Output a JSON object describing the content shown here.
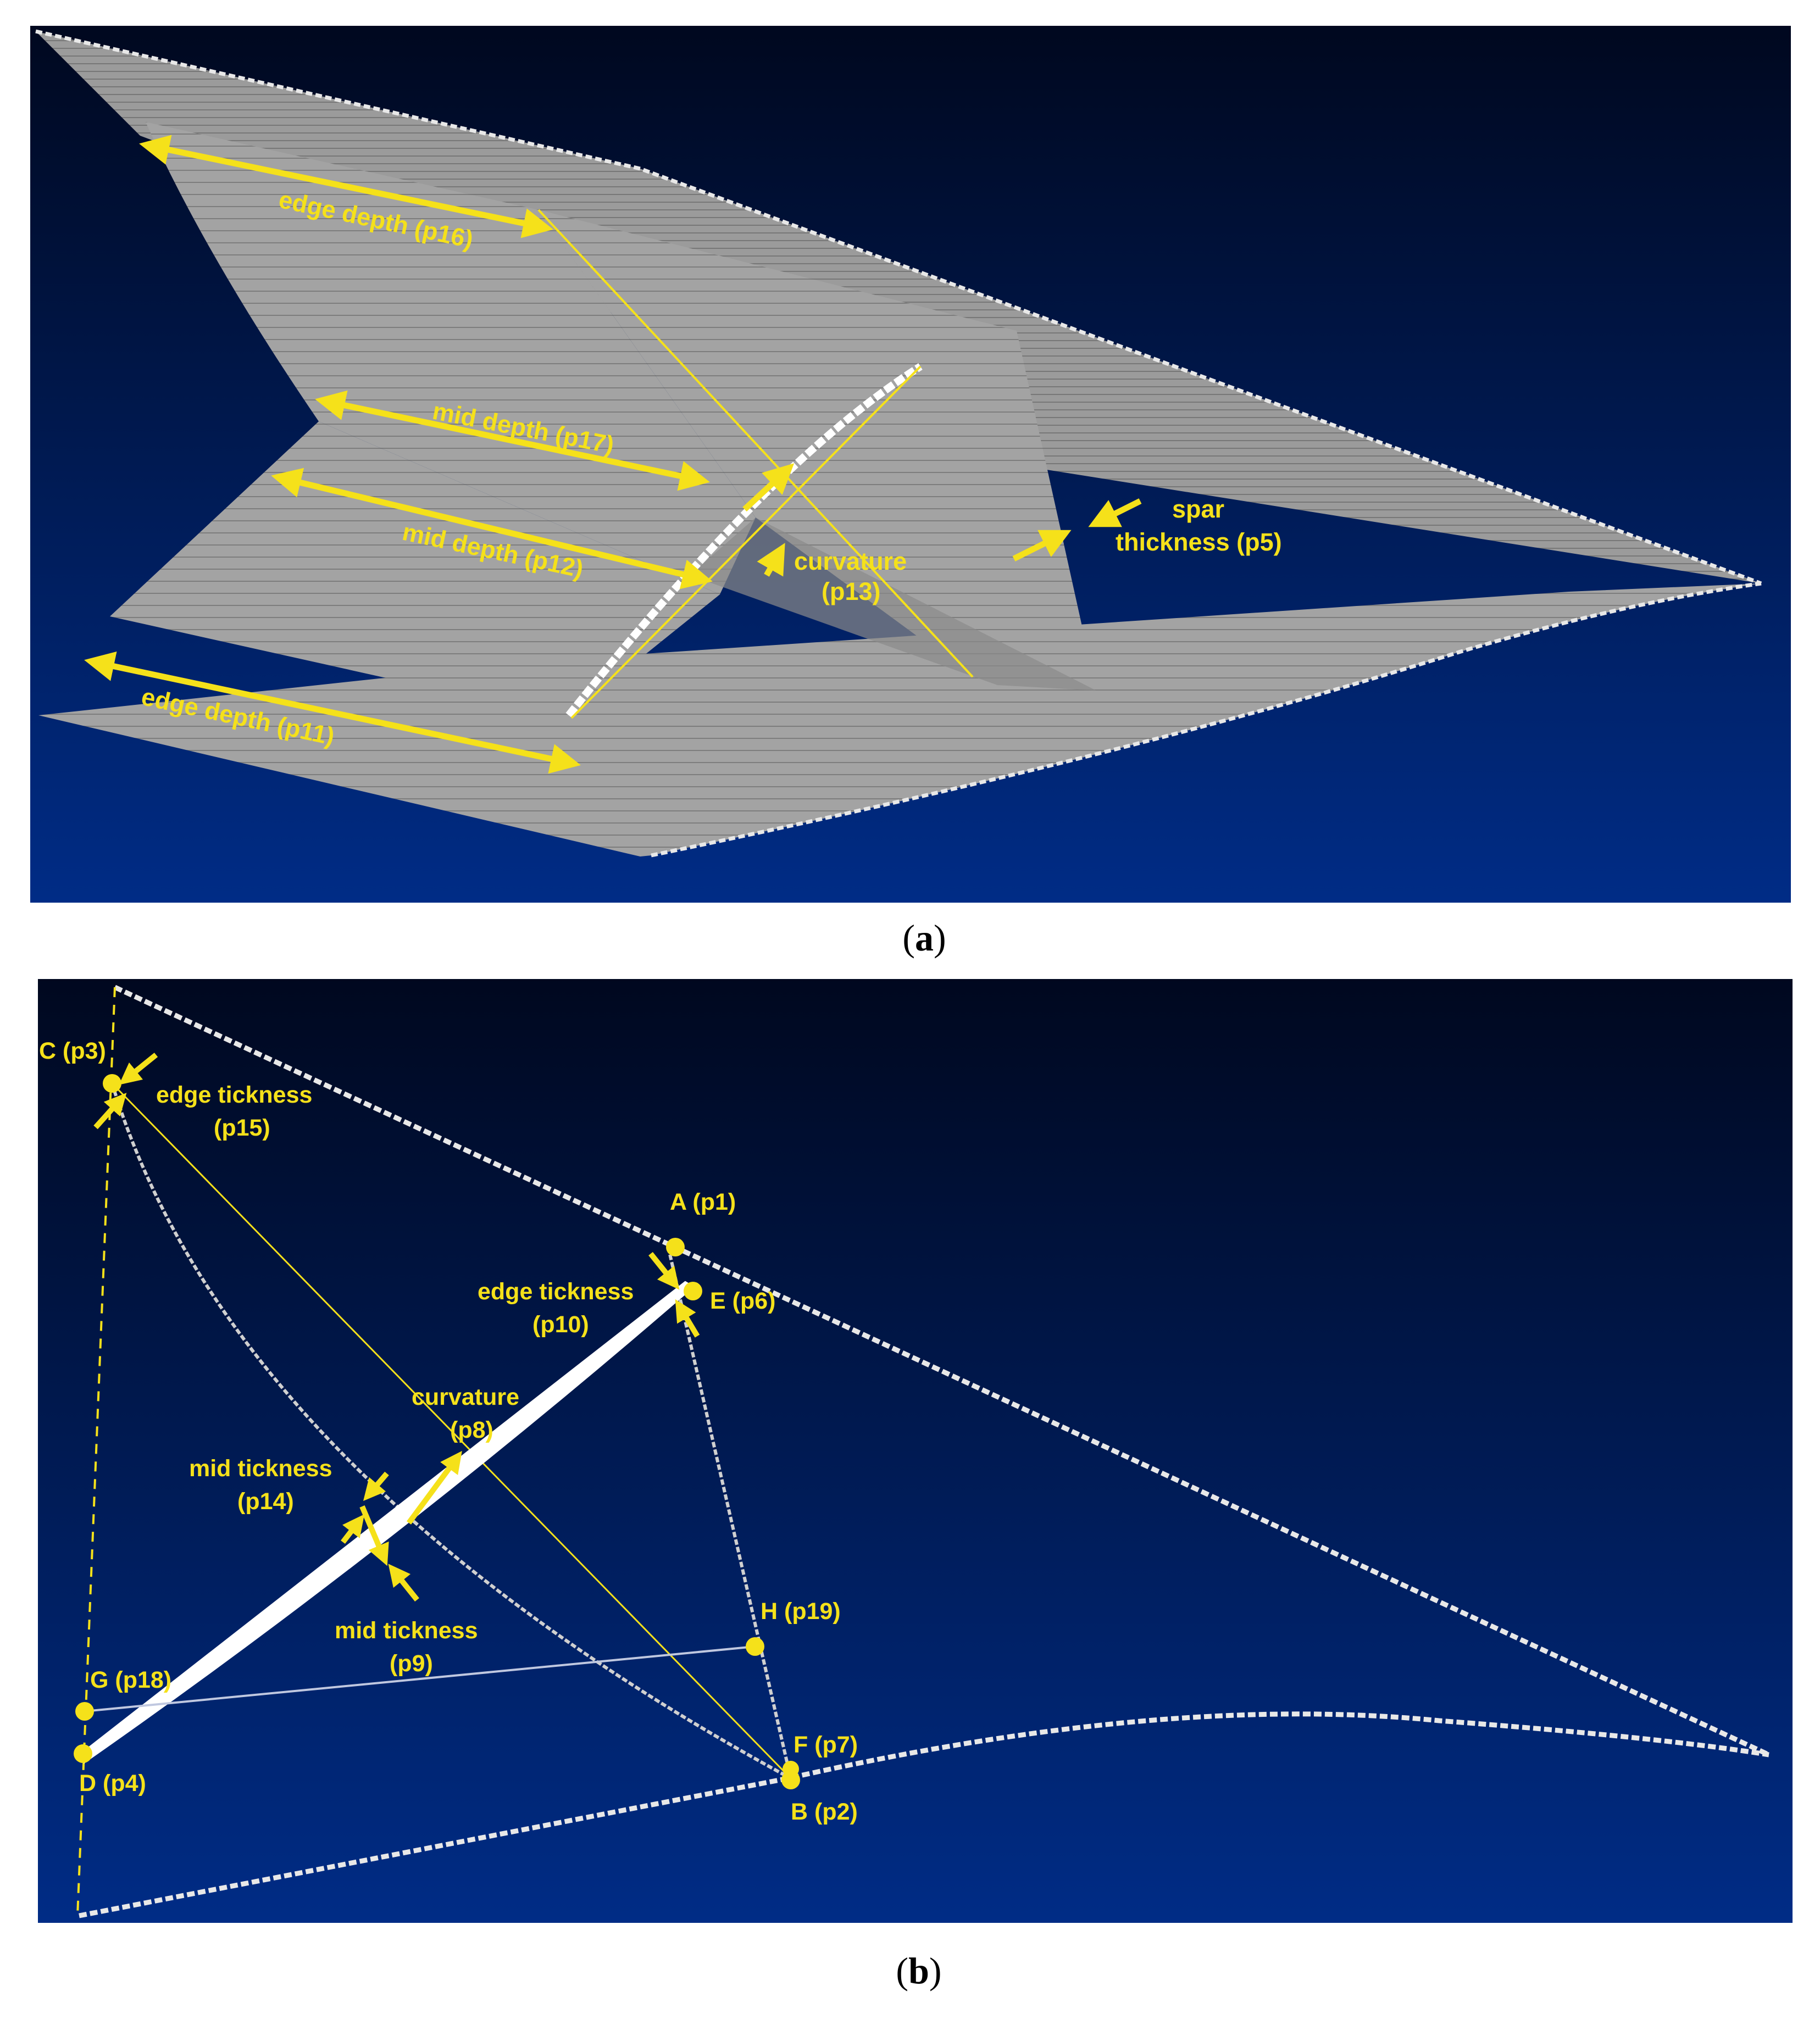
{
  "panel_a": {
    "caption_open": "(",
    "caption_letter": "a",
    "caption_close": ")",
    "labels": {
      "edge_depth_p16": "edge depth (p16)",
      "mid_depth_p17": "mid depth (p17)",
      "mid_depth_p12": "mid depth (p12)",
      "edge_depth_p11": "edge depth (p11)",
      "curvature_line1": "curvature",
      "curvature_line2": "(p13)",
      "spar_line1": "spar",
      "spar_line2": "thickness (p5)"
    }
  },
  "panel_b": {
    "caption_open": "(",
    "caption_letter": "b",
    "caption_close": ")",
    "points": {
      "C": "C (p3)",
      "A": "A (p1)",
      "E": "E (p6)",
      "H": "H (p19)",
      "G": "G (p18)",
      "D": "D (p4)",
      "F": "F (p7)",
      "B": "B (p2)"
    },
    "labels": {
      "edge_p15_line1": "edge tickness",
      "edge_p15_line2": "(p15)",
      "edge_p10_line1": "edge tickness",
      "edge_p10_line2": "(p10)",
      "curvature_line1": "curvature",
      "curvature_line2": "(p8)",
      "mid_p14_line1": "mid tickness",
      "mid_p14_line2": "(p14)",
      "mid_p9_line1": "mid tickness",
      "mid_p9_line2": "(p9)"
    }
  },
  "colors": {
    "background_top": "#00081f",
    "background_bottom": "#002c86",
    "surface": "#9a9a9a",
    "annotation": "#f5e11a",
    "edge": "#e8e8e8"
  }
}
